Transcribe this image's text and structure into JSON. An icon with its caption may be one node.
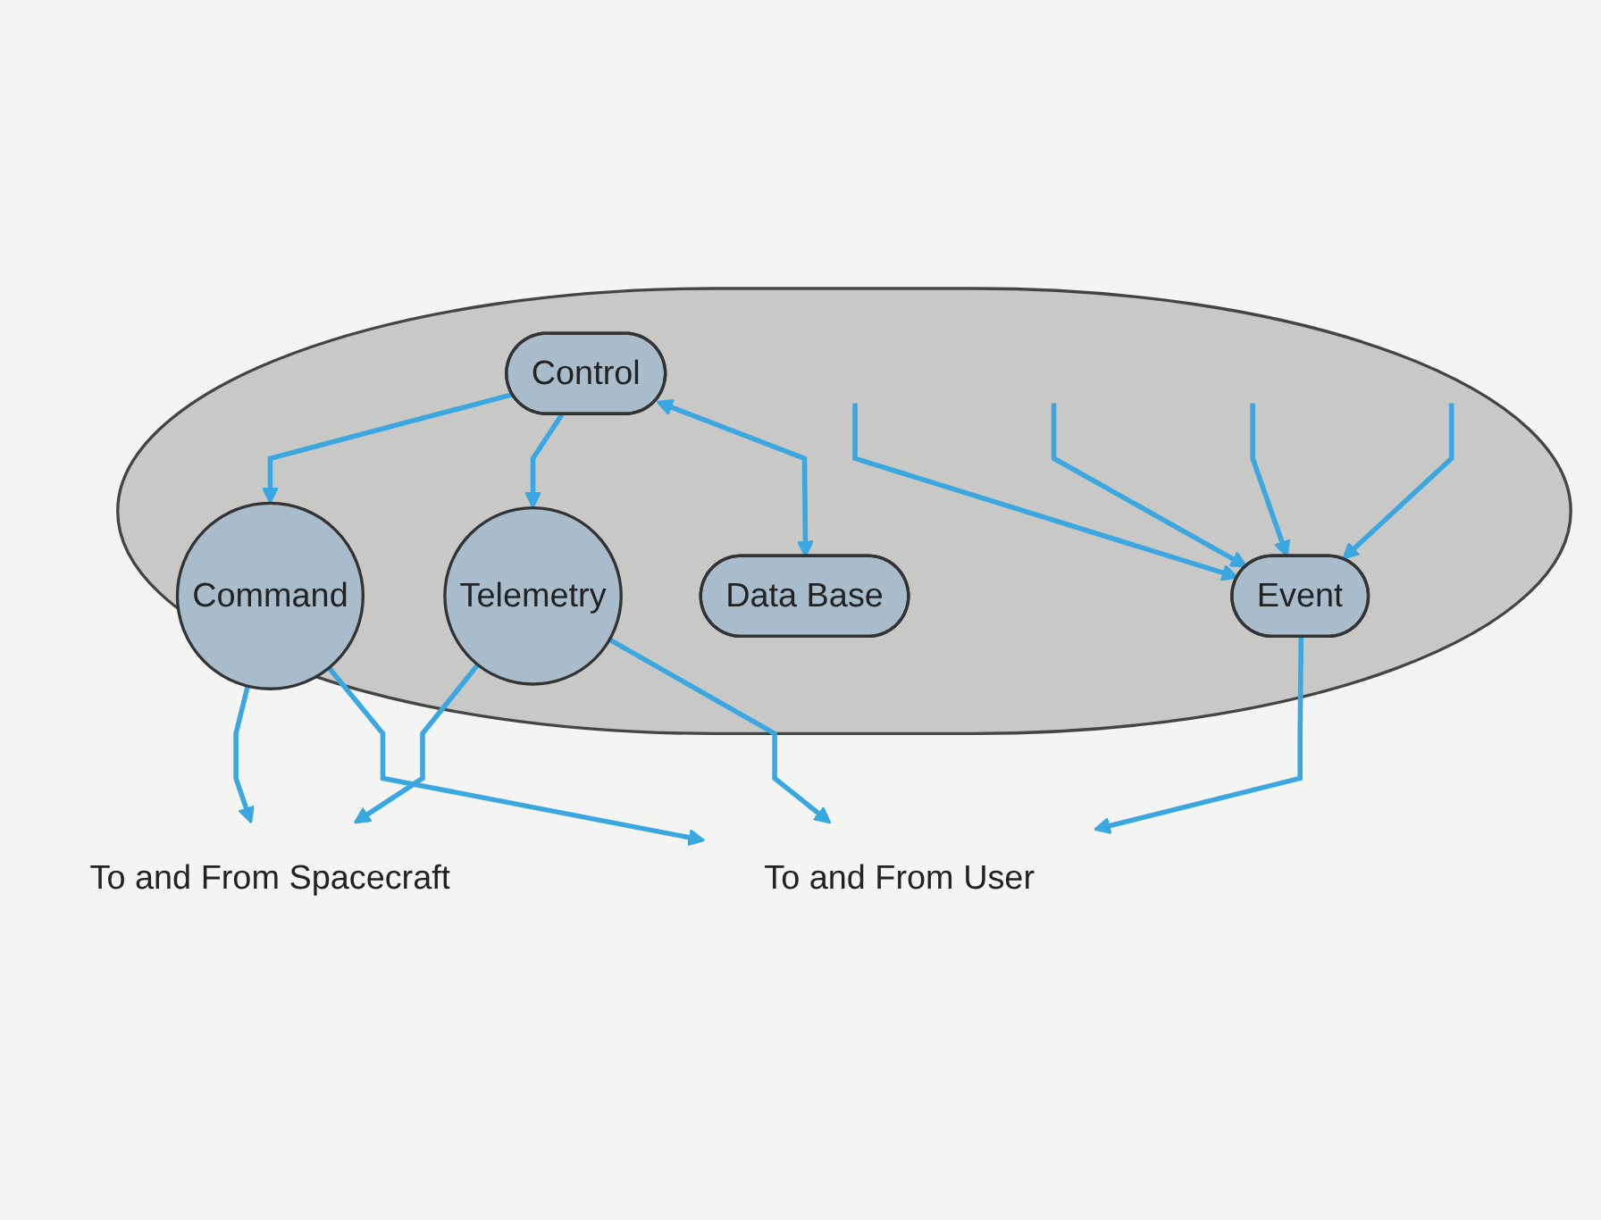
{
  "diagram": {
    "nodes": [
      {
        "text": [
          "To and From Spacecraft"
        ]
      },
      {
        "text": [],
        "shape": "ellipse"
      },
      {
        "text": [
          "Control"
        ],
        "in": 1
      },
      {
        "text": [
          "Command"
        ],
        "in": 1
      },
      {
        "text": [
          "Data Base"
        ],
        "in": 1
      },
      {
        "text": [
          "Telemetry"
        ],
        "in": 1
      },
      {
        "text": [
          "Event"
        ],
        "in": 1
      },
      {
        "text": [
          "To and From User"
        ]
      }
    ],
    "edges": [
      {
        "from": 3,
        "to": 0,
        "arrow": "to"
      },
      {
        "from": 5,
        "to": 0,
        "arrow": "to"
      },
      {
        "from": 2,
        "to": 3,
        "arrow": "to"
      },
      {
        "from": 2,
        "to": 5,
        "arrow": "to"
      },
      {
        "from": 2,
        "to": 4,
        "arrow": "both"
      },
      {
        "from": null,
        "to": 6,
        "arrow": "to"
      },
      {
        "from": null,
        "to": 6,
        "arrow": "to"
      },
      {
        "from": null,
        "to": 6,
        "arrow": "to"
      },
      {
        "from": null,
        "to": 6,
        "arrow": "to"
      },
      {
        "from": 6,
        "to": 7,
        "arrow": "to"
      },
      {
        "from": 3,
        "to": 7,
        "arrow": "to"
      },
      {
        "from": 5,
        "to": 7,
        "arrow": "to"
      }
    ]
  }
}
